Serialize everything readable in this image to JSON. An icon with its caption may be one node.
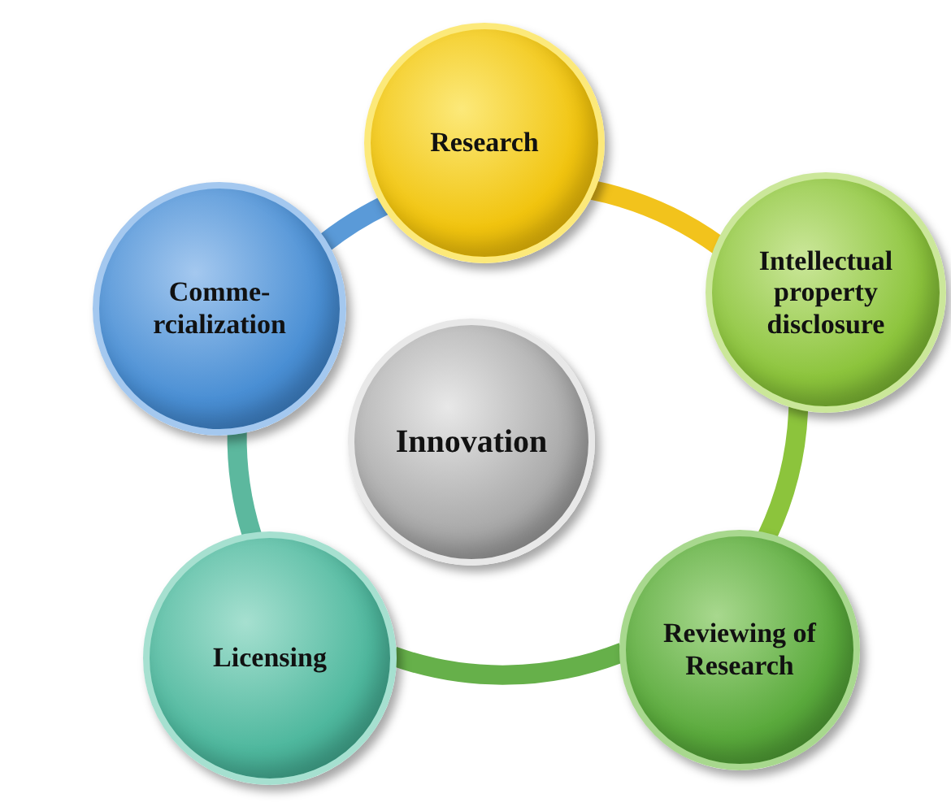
{
  "diagram": {
    "nodes": [
      {
        "text": [
          "Research"
        ]
      },
      {
        "text": [
          "Intellectual property disclosure"
        ]
      },
      {
        "text": [
          "Reviewing of Research"
        ]
      },
      {
        "text": [
          "Licensing"
        ]
      },
      {
        "text": [
          "Comme-rcialization"
        ]
      },
      {
        "text": [
          "Innovation"
        ]
      }
    ],
    "edges": [
      {
        "from": 0,
        "to": 1,
        "arrow": "none",
        "color": "#f2c31c"
      },
      {
        "from": 1,
        "to": 2,
        "arrow": "none",
        "color": "#8cc43c"
      },
      {
        "from": 2,
        "to": 3,
        "arrow": "none",
        "color": "#66b04a"
      },
      {
        "from": 3,
        "to": 4,
        "arrow": "none",
        "color": "#5cb89e"
      },
      {
        "from": 4,
        "to": 0,
        "arrow": "none",
        "color": "#5a9ad8"
      }
    ]
  }
}
